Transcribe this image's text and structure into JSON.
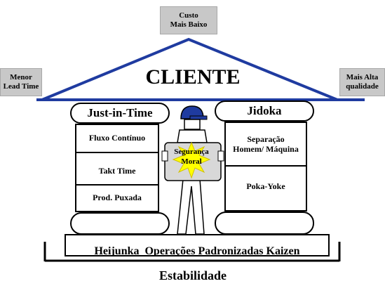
{
  "top_label": {
    "line1": "Custo",
    "line2": "Mais Baixo"
  },
  "left_label": {
    "line1": "Menor",
    "line2": "Lead Time"
  },
  "right_label": {
    "line1": "Mais Alta",
    "line2": "qualidade"
  },
  "roof_title": "CLIENTE",
  "left_pillar": {
    "title": "Just-in-Time",
    "items": [
      "Fluxo Contínuo",
      "Takt Time",
      "Prod. Puxada"
    ]
  },
  "right_pillar": {
    "title": "Jidoka",
    "items": [
      "Separação Homem/ Máquina",
      "Poka-Yoke"
    ]
  },
  "center_badge": {
    "line1": "Segurança",
    "line2": "Moral"
  },
  "foundation_text": "Heijunka  Operações Padronizadas Kaizen",
  "base_label": "Estabilidade",
  "colors": {
    "roof": "#1f3ba0",
    "label_bg": "#c8c8c8",
    "star": "#ffff00",
    "helmet": "#1f3ba0"
  }
}
